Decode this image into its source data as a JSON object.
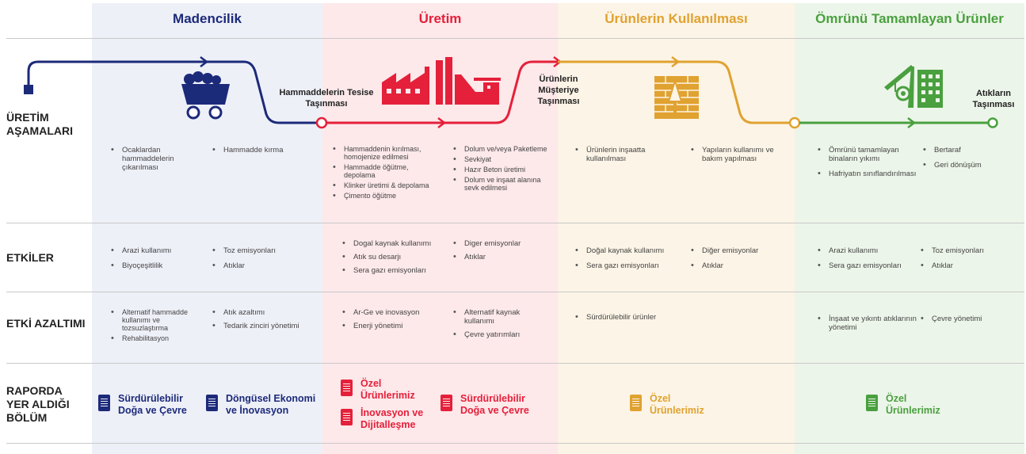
{
  "colors": {
    "blue": "#1c2a7a",
    "red": "#e5203a",
    "orange": "#e0a230",
    "green": "#4aa03f",
    "bg_blue": "#eef0f8",
    "bg_red": "#fde8ea",
    "bg_orange": "#fcf4e6",
    "bg_green": "#ecf5e9"
  },
  "columns": [
    {
      "title": "Madencilik"
    },
    {
      "title": "Üretim"
    },
    {
      "title": "Ürünlerin Kullanılması"
    },
    {
      "title": "Ömrünü Tamamlayan Ürünler"
    }
  ],
  "rows": {
    "stages": "ÜRETİM AŞAMALARI",
    "impacts": "ETKİLER",
    "mitigation": "ETKİ AZALTIMI",
    "report": "RAPORDA YER ALDIĞI BÖLÜM"
  },
  "flow_labels": {
    "transport_to_plant": "Hammaddelerin Tesise Taşınması",
    "transport_to_customer": "Ürünlerin Müşteriye Taşınması",
    "waste_transport": "Atıkların Taşınması"
  },
  "icons": [
    "mine-cart-icon",
    "factory-icon",
    "brick-wall-icon",
    "crane-building-icon",
    "document-icon"
  ],
  "stages": {
    "mining_a": [
      "Ocaklardan hammaddelerin çıkarılması"
    ],
    "mining_b": [
      "Hammadde kırma"
    ],
    "production_a": [
      "Hammaddenin kırılması, homojenize edilmesi",
      "Hammadde öğütme, depolama",
      "Klinker üretimi & depolama",
      "Çimento öğütme"
    ],
    "production_b": [
      "Dolum ve/veya Paketleme",
      "Sevkiyat",
      "Hazır Beton üretimi",
      "Dolum ve inşaat alanına sevk edilmesi"
    ],
    "usage_a": [
      "Ürünlerin inşaatta kullanılması"
    ],
    "usage_b": [
      "Yapıların kullanımı ve bakım yapılması"
    ],
    "eol_a": [
      "Ömrünü tamamlayan binaların yıkımı",
      "Hafriyatın sınıflandırılması"
    ],
    "eol_b": [
      "Bertaraf",
      "Geri dönüşüm"
    ]
  },
  "impacts": {
    "mining_a": [
      "Arazi kullanımı",
      "Biyoçeşitlilik"
    ],
    "mining_b": [
      "Toz emisyonları",
      "Atıklar"
    ],
    "production_a": [
      "Dogal kaynak kullanımı",
      "Atık su desarjı",
      "Sera gazı emisyonları"
    ],
    "production_b": [
      "Diger emisyonlar",
      "Atıklar"
    ],
    "usage_a": [
      "Doğal kaynak kullanımı",
      "Sera gazı emisyonları"
    ],
    "usage_b": [
      "Diğer emisyonlar",
      "Atıklar"
    ],
    "eol_a": [
      "Arazi kullanımı",
      "Sera gazı emisyonları"
    ],
    "eol_b": [
      "Toz emisyonları",
      "Atıklar"
    ]
  },
  "mitigation": {
    "mining_a": [
      "Alternatif hammadde kullanımı ve tozsuzlaştırma",
      "Rehabilitasyon"
    ],
    "mining_b": [
      "Atık azaltımı",
      "Tedarik zinciri yönetimi"
    ],
    "production_a": [
      "Ar-Ge ve inovasyon",
      "Enerji yönetimi"
    ],
    "production_b": [
      "Alternatif kaynak kullanımı",
      "Çevre yatırımları"
    ],
    "usage_a": [
      "Sürdürülebilir ürünler"
    ],
    "eol_a": [
      "İnşaat ve yıkıntı atıklarının yönetimi"
    ],
    "eol_b": [
      "Çevre yönetimi"
    ]
  },
  "reports": {
    "mining_1": "Sürdürülebilir Doğa ve Çevre",
    "mining_2": "Döngüsel Ekonomi ve İnovasyon",
    "production_1": "Özel Ürünlerimiz",
    "production_2": "İnovasyon ve Dijitalleşme",
    "production_3": "Sürdürülebilir Doğa ve Çevre",
    "usage_1": "Özel Ürünlerimiz",
    "eol_1": "Özel Ürünlerimiz"
  }
}
